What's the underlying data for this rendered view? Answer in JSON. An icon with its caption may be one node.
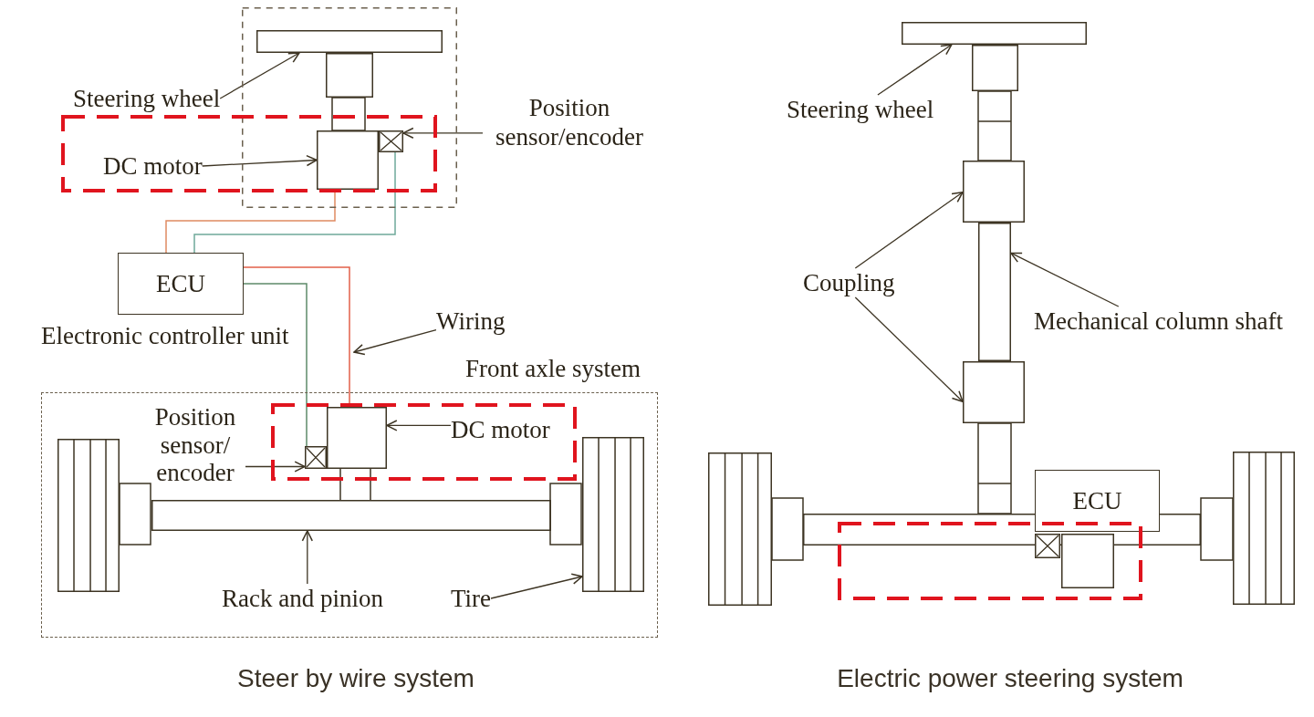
{
  "diagram": {
    "nodes": [
      {
        "text": [],
        "shape": "box"
      },
      {
        "text": [],
        "shape": "box",
        "in": 0
      },
      {
        "text": [],
        "shape": "box",
        "in": 0
      },
      {
        "text": [],
        "shape": "box",
        "in": 0
      },
      {
        "text": [
          "Steering wheel"
        ]
      },
      {
        "text": [
          "DC motor"
        ]
      },
      {
        "text": [
          "Position sensor/encoder"
        ]
      },
      {
        "text": [
          "ECU"
        ],
        "beside": [
          "Electronic controller unit"
        ]
      },
      {
        "text": [
          "Wiring"
        ]
      },
      {
        "text": [
          "Front axle system"
        ]
      },
      {
        "text": [
          "Position sensor/ encoder"
        ],
        "in": 9
      },
      {
        "text": [],
        "shape": "box",
        "in": 9
      },
      {
        "text": [],
        "shape": "box",
        "in": 9
      },
      {
        "text": [
          "DC motor"
        ],
        "in": 9
      },
      {
        "text": [],
        "shape": "box",
        "in": 9
      },
      {
        "text": [
          "Rack and pinion"
        ],
        "in": 9
      },
      {
        "text": [],
        "shape": "box",
        "in": 9
      },
      {
        "text": [
          "Tire"
        ],
        "in": 9
      },
      {
        "text": [],
        "shape": "box"
      },
      {
        "text": [
          "Steering wheel"
        ]
      },
      {
        "text": [],
        "shape": "box"
      },
      {
        "text": [
          "Coupling"
        ]
      },
      {
        "text": [],
        "shape": "box"
      },
      {
        "text": [
          "Mechanical column shaft"
        ]
      },
      {
        "text": [],
        "shape": "box"
      },
      {
        "text": [
          "ECU"
        ]
      },
      {
        "text": [],
        "shape": "box",
        "in": 9
      },
      {
        "text": [],
        "shape": "box"
      },
      {
        "text": [],
        "shape": "box"
      },
      {
        "text": [],
        "shape": "box"
      },
      {
        "text": [],
        "shape": "box"
      },
      {
        "text": [],
        "shape": "box",
        "in": 0
      },
      {
        "text": [],
        "shape": "box"
      },
      {
        "text": [],
        "shape": "box"
      }
    ],
    "edges": [
      {
        "from": 4,
        "to": 1,
        "arrow": "to"
      },
      {
        "from": 5,
        "to": 2,
        "arrow": "to"
      },
      {
        "from": 6,
        "to": 3,
        "arrow": "to"
      },
      {
        "from": 7,
        "to": 2,
        "arrow": "none",
        "color": "#e08a62"
      },
      {
        "from": 7,
        "to": 3,
        "arrow": "none",
        "color": "#6fa99a"
      },
      {
        "from": 7,
        "to": 11,
        "arrow": "none",
        "color": "#e2604a"
      },
      {
        "from": 7,
        "to": 12,
        "arrow": "none",
        "color": "#5e8a6a"
      },
      {
        "from": 8,
        "to": null,
        "arrow": "to"
      },
      {
        "from": 10,
        "to": 12,
        "arrow": "to"
      },
      {
        "from": 13,
        "to": 11,
        "arrow": "to"
      },
      {
        "from": 15,
        "to": 14,
        "arrow": "to"
      },
      {
        "from": 17,
        "to": 16,
        "arrow": "to"
      },
      {
        "from": 19,
        "to": 18,
        "arrow": "to"
      },
      {
        "from": 21,
        "to": 20,
        "arrow": "to"
      },
      {
        "from": 21,
        "to": 24,
        "arrow": "to"
      },
      {
        "from": 23,
        "to": 22,
        "arrow": "to"
      },
      {
        "from": 11,
        "to": 14,
        "arrow": "none"
      },
      {
        "from": 11,
        "to": 14,
        "arrow": "none"
      }
    ],
    "labels": [
      "Steer by wire system",
      "Electric power steering system"
    ]
  }
}
